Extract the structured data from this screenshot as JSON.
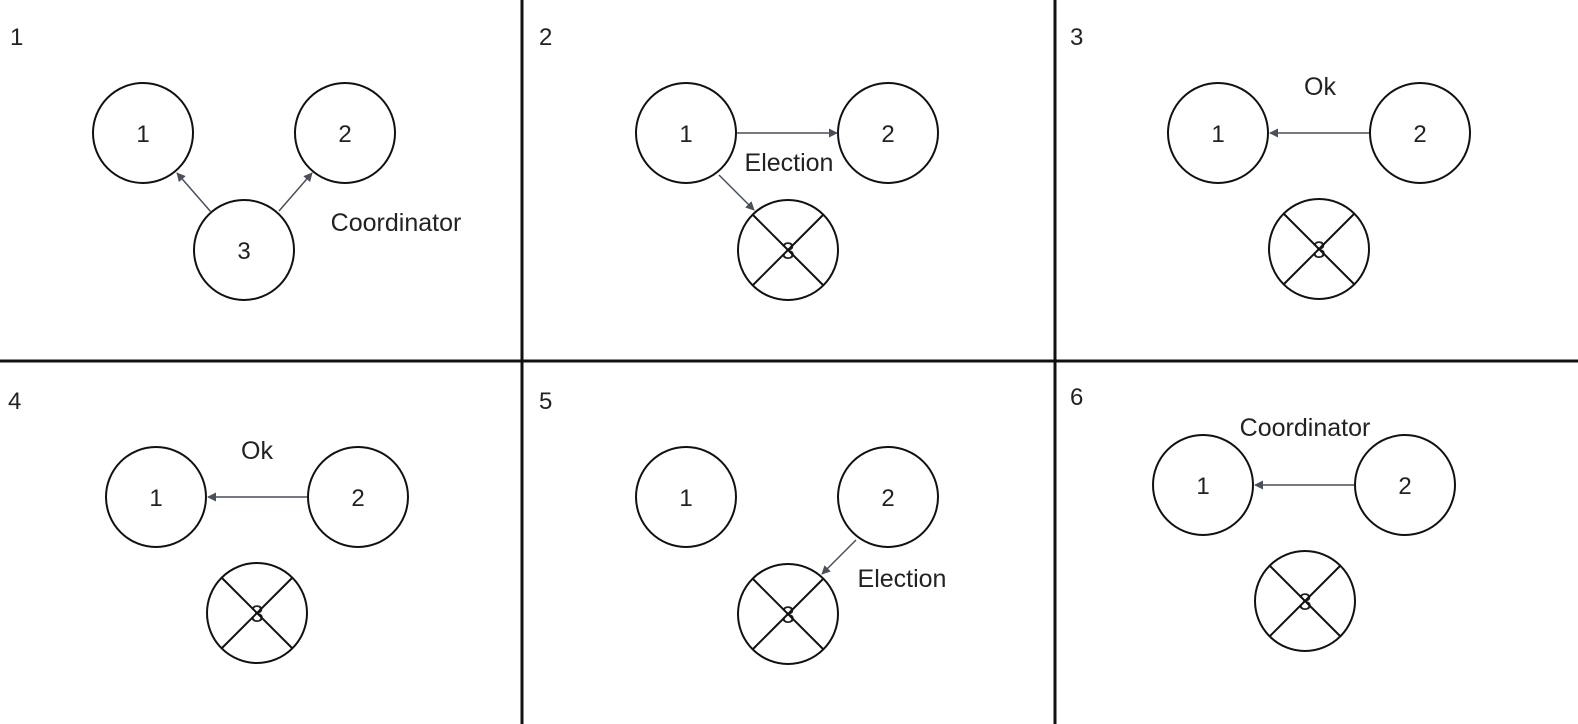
{
  "colors": {
    "stroke": "#111111",
    "arrow": "#4a4f5c",
    "text": "#222222",
    "background": "#ffffff"
  },
  "panels": [
    {
      "number": "1",
      "label": "Coordinator"
    },
    {
      "number": "2",
      "label": "Election"
    },
    {
      "number": "3",
      "label": "Ok"
    },
    {
      "number": "4",
      "label": "Ok"
    },
    {
      "number": "5",
      "label": "Election"
    },
    {
      "number": "6",
      "label": "Coordinator"
    }
  ],
  "nodes": {
    "node_1": "1",
    "node_2": "2",
    "node_3": "3"
  }
}
